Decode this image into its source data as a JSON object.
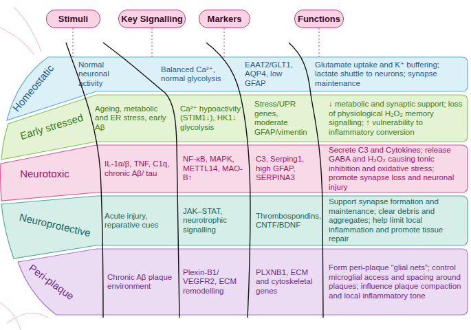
{
  "diagram": {
    "nodes": [
      {
        "text": [
          "Stimuli"
        ]
      },
      {
        "text": [
          "Key Signalling"
        ]
      },
      {
        "text": [
          "Markers"
        ]
      },
      {
        "text": [
          "Functions"
        ]
      },
      {
        "text": [
          "Homeostatic",
          "Normal neuronal activity",
          "Balanced Ca²⁺, normal glycolysis",
          "EAAT2/GLT1, AQP4, low GFAP",
          "Glutamate uptake and K⁺ buffering; lactate shuttle to neurons; synapse maintenance"
        ]
      },
      {
        "text": [
          "Early stressed",
          "Ageing, metabolic and ER stress, early Aβ",
          "Ca²⁺ hypoactivity (STIM1↓), HK1↓ glycolysis",
          "Stress/UPR genes, moderate GFAP/vimentin",
          "↓ metabolic and synaptic support; loss of physiological H₂O₂ memory signalling; ↑ vulnerability to inflammatory conversion"
        ]
      },
      {
        "text": [
          "Neurotoxic",
          "IL-1α/β, TNF, C1q, chronic Aβ/ tau",
          "NF-κB, MAPK, METTL14, MAO-B↑",
          "C3, Serping1, high GFAP, SERPINA3",
          "Secrete C3 and Cytokines; release GABA and H₂O₂ causing tonic inhibition and oxidative stress; promote synapse loss and neuronal injury"
        ]
      },
      {
        "text": [
          "Neuroprotective",
          "Acute injury, reparative cues",
          "JAK–STAT, neurotrophic signalling",
          "Thrombospondins, CNTF/BDNF",
          "Support synapse formation and maintenance; clear debris and aggregates; help limit local inflammation and promote tissue repair"
        ]
      },
      {
        "text": [
          "Peri-plaque",
          "Chronic Aβ plaque environment",
          "Plexin-B1/ VEGFR2, ECM remodelling",
          "PLXNB1, ECM and cytoskeletal genes",
          "Form peri-plaque “glial nets”; control microglial access and spacing around plaques; influence plaque compaction and local inflammatory tone"
        ]
      }
    ]
  }
}
